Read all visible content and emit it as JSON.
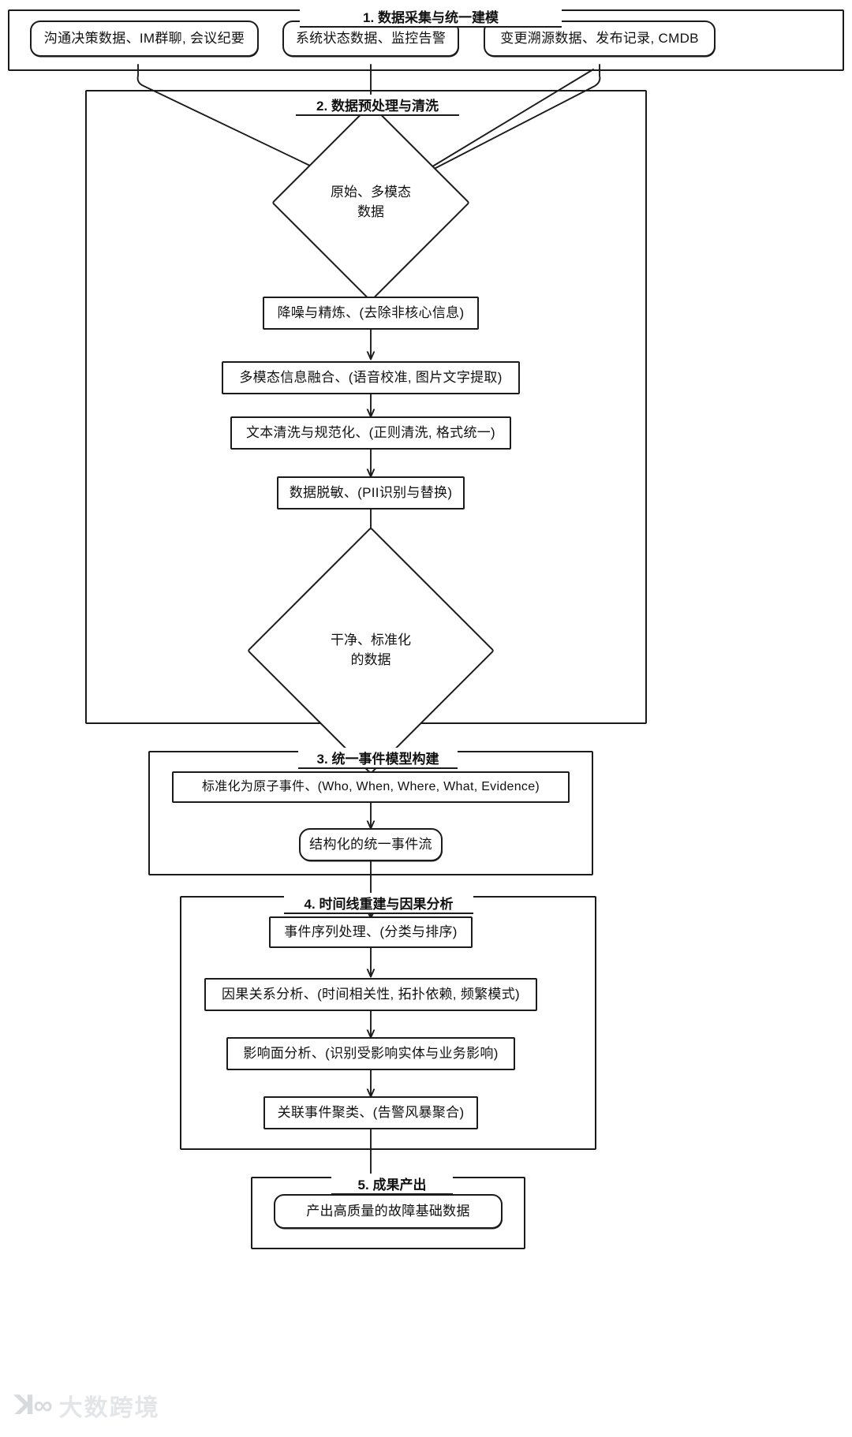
{
  "diagram": {
    "type": "flowchart",
    "orientation": "top-to-bottom",
    "sections": [
      {
        "id": "s1",
        "title": "1. 数据采集与统一建模",
        "nodes": [
          {
            "id": "n1a",
            "label": "沟通决策数据、IM群聊, 会议纪要",
            "shape": "rounded"
          },
          {
            "id": "n1b",
            "label": "系统状态数据、监控告警",
            "shape": "rounded"
          },
          {
            "id": "n1c",
            "label": "变更溯源数据、发布记录, CMDB",
            "shape": "rounded"
          }
        ]
      },
      {
        "id": "s2",
        "title": "2. 数据预处理与清洗",
        "nodes": [
          {
            "id": "n2a",
            "label": "原始、多模态\n数据",
            "shape": "diamond"
          },
          {
            "id": "n2b",
            "label": "降噪与精炼、(去除非核心信息)",
            "shape": "rect"
          },
          {
            "id": "n2c",
            "label": "多模态信息融合、(语音校准, 图片文字提取)",
            "shape": "rect"
          },
          {
            "id": "n2d",
            "label": "文本清洗与规范化、(正则清洗, 格式统一)",
            "shape": "rect"
          },
          {
            "id": "n2e",
            "label": "数据脱敏、(PII识别与替换)",
            "shape": "rect"
          },
          {
            "id": "n2f",
            "label": "干净、标准化\n的数据",
            "shape": "diamond"
          }
        ]
      },
      {
        "id": "s3",
        "title": "3. 统一事件模型构建",
        "nodes": [
          {
            "id": "n3a",
            "label": "标准化为原子事件、(Who, When, Where, What, Evidence)",
            "shape": "rect"
          },
          {
            "id": "n3b",
            "label": "结构化的统一事件流",
            "shape": "rounded"
          }
        ]
      },
      {
        "id": "s4",
        "title": "4. 时间线重建与因果分析",
        "nodes": [
          {
            "id": "n4a",
            "label": "事件序列处理、(分类与排序)",
            "shape": "rect"
          },
          {
            "id": "n4b",
            "label": "因果关系分析、(时间相关性, 拓扑依赖, 频繁模式)",
            "shape": "rect"
          },
          {
            "id": "n4c",
            "label": "影响面分析、(识别受影响实体与业务影响)",
            "shape": "rect"
          },
          {
            "id": "n4d",
            "label": "关联事件聚类、(告警风暴聚合)",
            "shape": "rect"
          }
        ]
      },
      {
        "id": "s5",
        "title": "5. 成果产出",
        "nodes": [
          {
            "id": "n5a",
            "label": "产出高质量的故障基础数据",
            "shape": "rounded"
          }
        ]
      }
    ],
    "edges": [
      {
        "from": "n1a",
        "to": "n2a"
      },
      {
        "from": "n1b",
        "to": "n2a"
      },
      {
        "from": "n1c",
        "to": "n2a"
      },
      {
        "from": "n2a",
        "to": "n2b"
      },
      {
        "from": "n2b",
        "to": "n2c"
      },
      {
        "from": "n2c",
        "to": "n2d"
      },
      {
        "from": "n2d",
        "to": "n2e"
      },
      {
        "from": "n2e",
        "to": "n2f"
      },
      {
        "from": "n2f",
        "to": "n3a"
      },
      {
        "from": "n3a",
        "to": "n3b"
      },
      {
        "from": "n3b",
        "to": "n4a"
      },
      {
        "from": "n4a",
        "to": "n4b"
      },
      {
        "from": "n4b",
        "to": "n4c"
      },
      {
        "from": "n4c",
        "to": "n4d"
      },
      {
        "from": "n4d",
        "to": "n5a"
      }
    ]
  },
  "watermark": {
    "logo": "logo-icon",
    "text": "大数跨境"
  },
  "colors": {
    "stroke": "#1b1b1b",
    "background": "#ffffff",
    "text": "#111111",
    "watermark": "#cdd2d7"
  }
}
